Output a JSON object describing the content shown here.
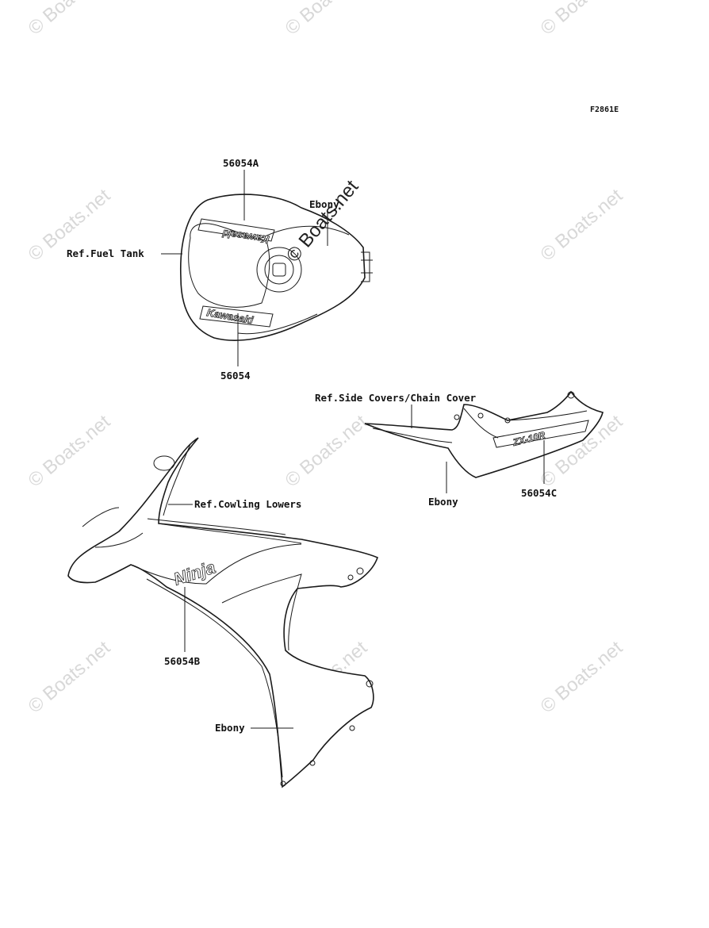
{
  "figure_code": "F2861E",
  "watermark_text": "© Boats.net",
  "fuel_tank": {
    "ref_label": "Ref.Fuel Tank",
    "color_label": "Ebony",
    "upper_part": "56054A",
    "lower_part": "56054",
    "decal_text": "Kawasaki"
  },
  "side_cover": {
    "ref_label": "Ref.Side Covers/Chain Cover",
    "color_label": "Ebony",
    "part": "56054C",
    "decal_text": "ZX-10R"
  },
  "cowling": {
    "ref_label": "Ref.Cowling Lowers",
    "color_label": "Ebony",
    "part": "56054B",
    "decal_text": "Ninja"
  }
}
